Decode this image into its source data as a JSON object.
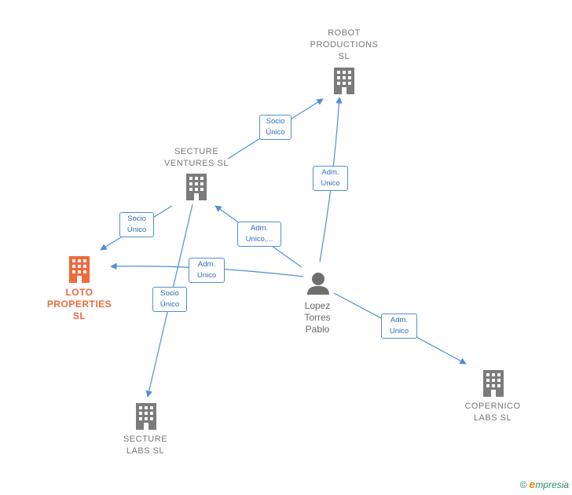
{
  "nodes": {
    "robot_productions": {
      "label": "ROBOT\nPRODUCTIONS\nSL"
    },
    "secture_ventures": {
      "label": "SECTURE\nVENTURES  SL"
    },
    "loto_properties": {
      "label": "LOTO\nPROPERTIES\nSL"
    },
    "secture_labs": {
      "label": "SECTURE\nLABS  SL"
    },
    "copernico_labs": {
      "label": "COPERNICO\nLABS  SL"
    },
    "person": {
      "label": "Lopez\nTorres\nPablo"
    }
  },
  "edges": {
    "sv_robot": {
      "label": "Socio\nÚnico"
    },
    "person_robot": {
      "label": "Adm.\nUnico"
    },
    "sv_loto": {
      "label": "Socio\nÚnico"
    },
    "person_sv": {
      "label": "Adm.\nUnico,..."
    },
    "person_loto": {
      "label": "Adm.\nUnico"
    },
    "sv_labs": {
      "label": "Socio\nÚnico"
    },
    "person_copernico": {
      "label": "Adm.\nUnico"
    }
  },
  "colors": {
    "edge": "#4f8fd6",
    "company": "#7b7b7b",
    "highlight": "#ef6a3d",
    "person": "#6e6e6e"
  },
  "footer": {
    "copyright": "©",
    "brand_first": "e",
    "brand_rest": "mpresia"
  }
}
